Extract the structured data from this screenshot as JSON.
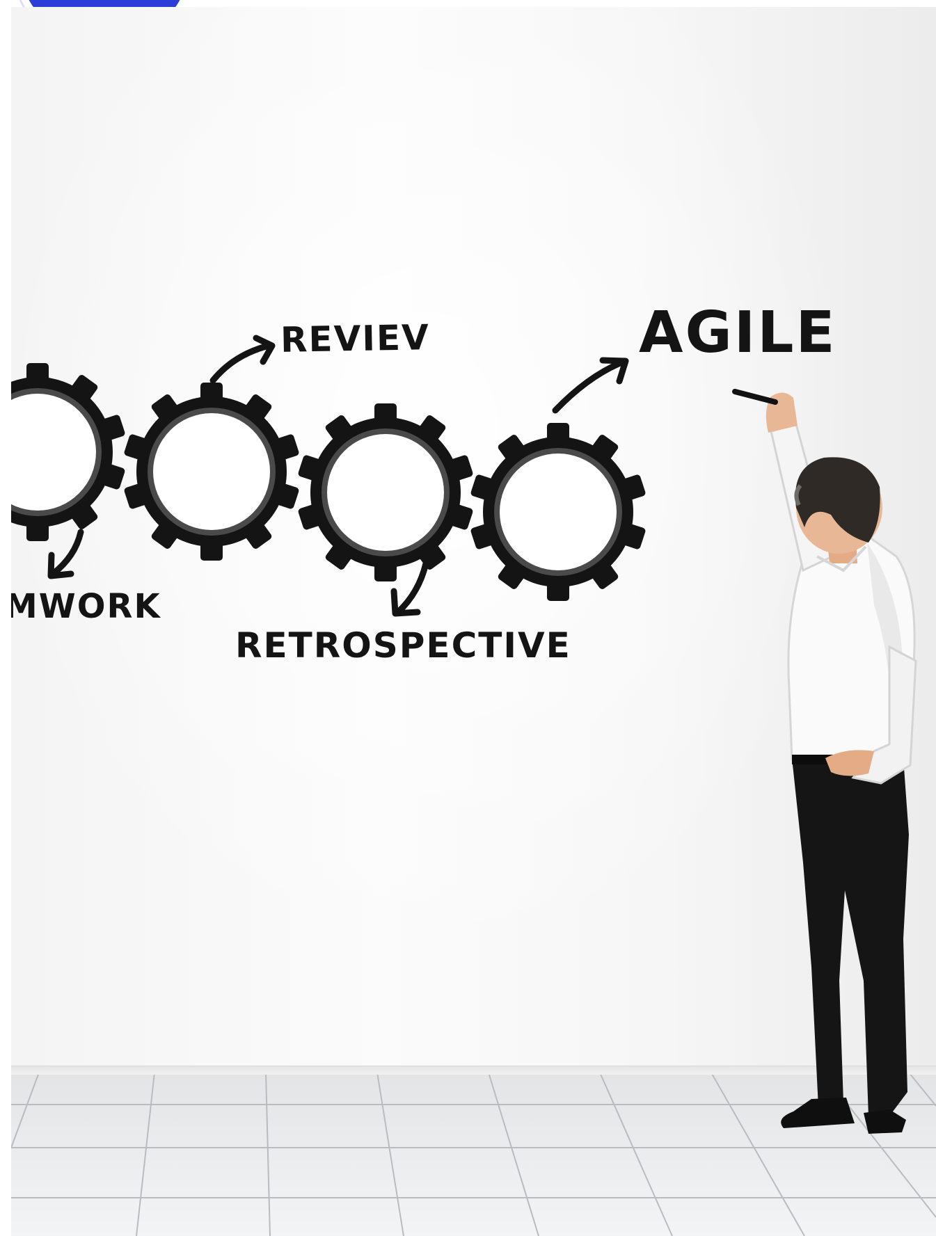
{
  "labels": {
    "review": "REVIEV",
    "agile": "AGILE",
    "teamwork": "MWORK",
    "retrospective": "RETROSPECTIVE"
  },
  "colors": {
    "logo_blue": "#2b3fd8",
    "gear_black": "#141414",
    "gear_ring": "#444444",
    "shirt": "#fafafa",
    "trousers": "#151515",
    "hair": "#2f2a26",
    "skin": "#e8b896"
  },
  "icons": [
    "gear-icon",
    "arrow-icon",
    "logo-circle"
  ]
}
